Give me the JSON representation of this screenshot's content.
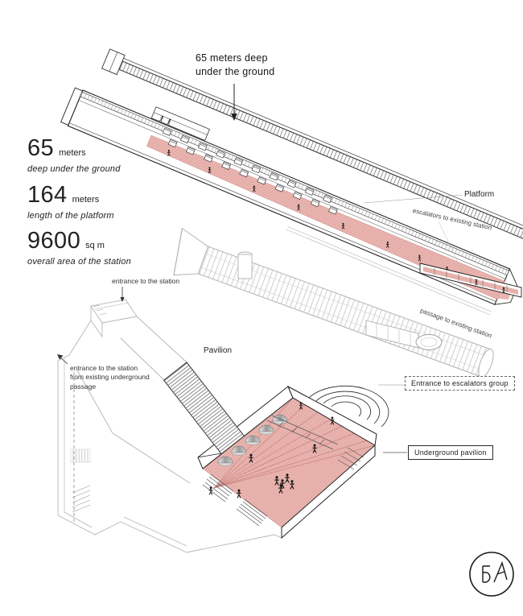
{
  "callout": {
    "line1": "65 meters deep",
    "line2": "under the ground"
  },
  "stats": [
    {
      "value": "65",
      "unit": "meters",
      "caption": "deep under the ground"
    },
    {
      "value": "164",
      "unit": "meters",
      "caption": "length of the platform"
    },
    {
      "value": "9600",
      "unit": "sq m",
      "caption": "overall area of the station"
    }
  ],
  "labels": {
    "platform": "Platform",
    "escalators": "escalators to existing station",
    "passage": "passage to existing station",
    "entrance_station": "entrance to the station",
    "pavilion": "Pavilion",
    "entrance_underground_line1": "entrance to the station",
    "entrance_underground_line2": "from existing underground",
    "entrance_underground_line3": "passage",
    "escalators_group": "Entrance to escalators group",
    "underground_pavilion": "Underground pavilion"
  },
  "icons": {
    "arrow_down": "down-arrow",
    "logo": "architect-monogram-logo"
  },
  "colors": {
    "pink": "#eab6b1",
    "pink_hatch": "#d28e89",
    "ink": "#1c1c1c",
    "gray_line": "#b0b0b0"
  }
}
